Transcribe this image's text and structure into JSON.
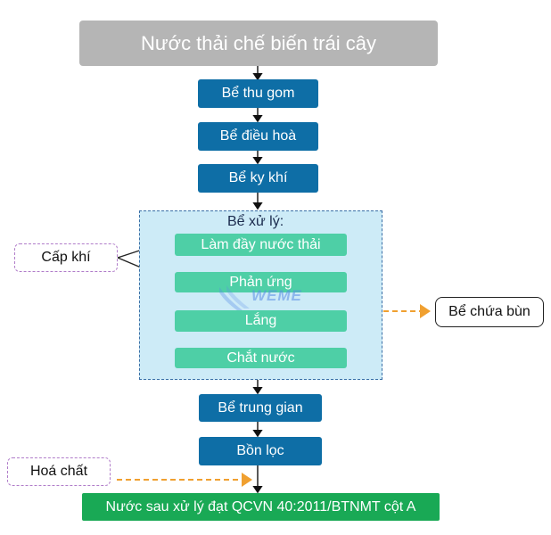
{
  "diagram": {
    "source": "Nước thải chế biến trái cây",
    "steps": [
      {
        "label": "Bể thu gom"
      },
      {
        "label": "Bể điều hoà"
      },
      {
        "label": "Bể ky khí"
      }
    ],
    "treatment_group": {
      "label": "Bể xử lý:",
      "steps": [
        {
          "label": "Làm đầy nước thải"
        },
        {
          "label": "Phản ứng"
        },
        {
          "label": "Lắng"
        },
        {
          "label": "Chắt nước"
        }
      ]
    },
    "after_steps": [
      {
        "label": "Bể trung gian"
      },
      {
        "label": "Bồn lọc"
      }
    ],
    "output": "Nước sau xử lý đạt QCVN 40:2011/BTNMT cột A",
    "inputs": {
      "air": "Cấp khí",
      "chemicals": "Hoá chất"
    },
    "sludge_tank": "Bể chứa bùn",
    "watermark": "WEME",
    "colors": {
      "title_box": "#b5b5b5",
      "step_blue": "#0e6ea6",
      "sub_step_green": "#4ecfa6",
      "group_fill": "#cdebf7",
      "group_border": "#3a6fa7",
      "final_green": "#19a955",
      "dashed_arrow": "#f0a030",
      "note_border": "#b07cc9"
    }
  }
}
